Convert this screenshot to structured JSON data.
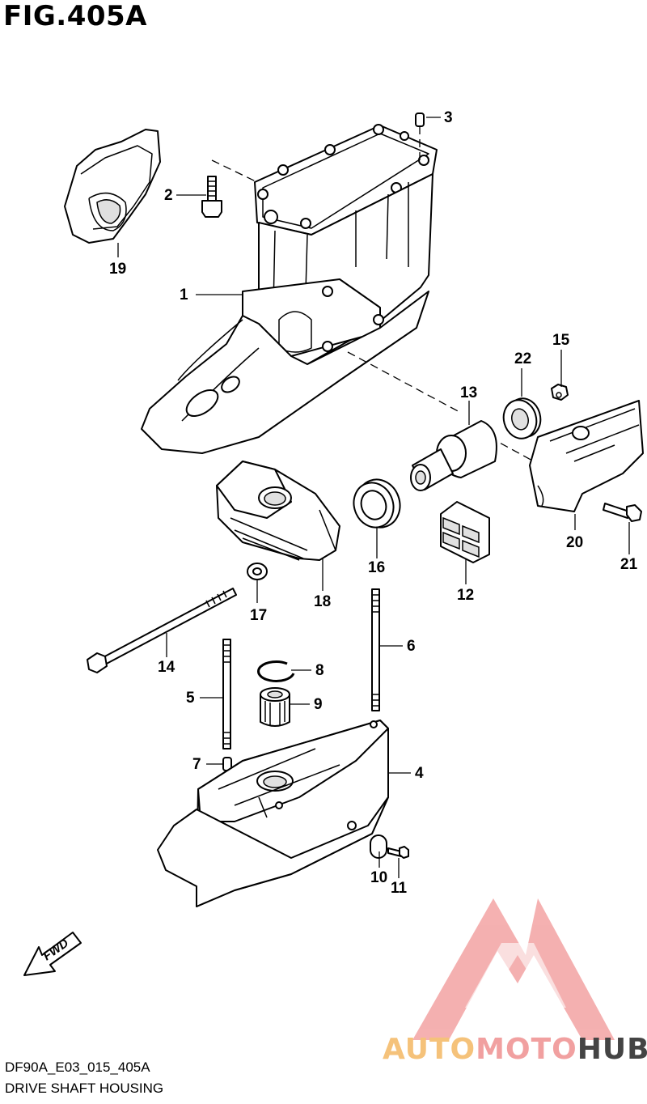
{
  "figure": {
    "title": "FIG.405A",
    "code": "DF90A_E03_015_405A",
    "description": "DRIVE SHAFT HOUSING"
  },
  "callouts": [
    "1",
    "2",
    "3",
    "4",
    "5",
    "6",
    "7",
    "8",
    "9",
    "10",
    "11",
    "12",
    "13",
    "14",
    "15",
    "16",
    "17",
    "18",
    "19",
    "20",
    "21",
    "22"
  ],
  "fwd_label": "FWD",
  "watermark": {
    "part1": "AUTO",
    "part2": "MOTO",
    "part3": "HUB",
    "colors": {
      "auto": "#f5c27a",
      "moto": "#f1a0a0",
      "hub": "#444444",
      "logo": "#f08c8c"
    }
  }
}
